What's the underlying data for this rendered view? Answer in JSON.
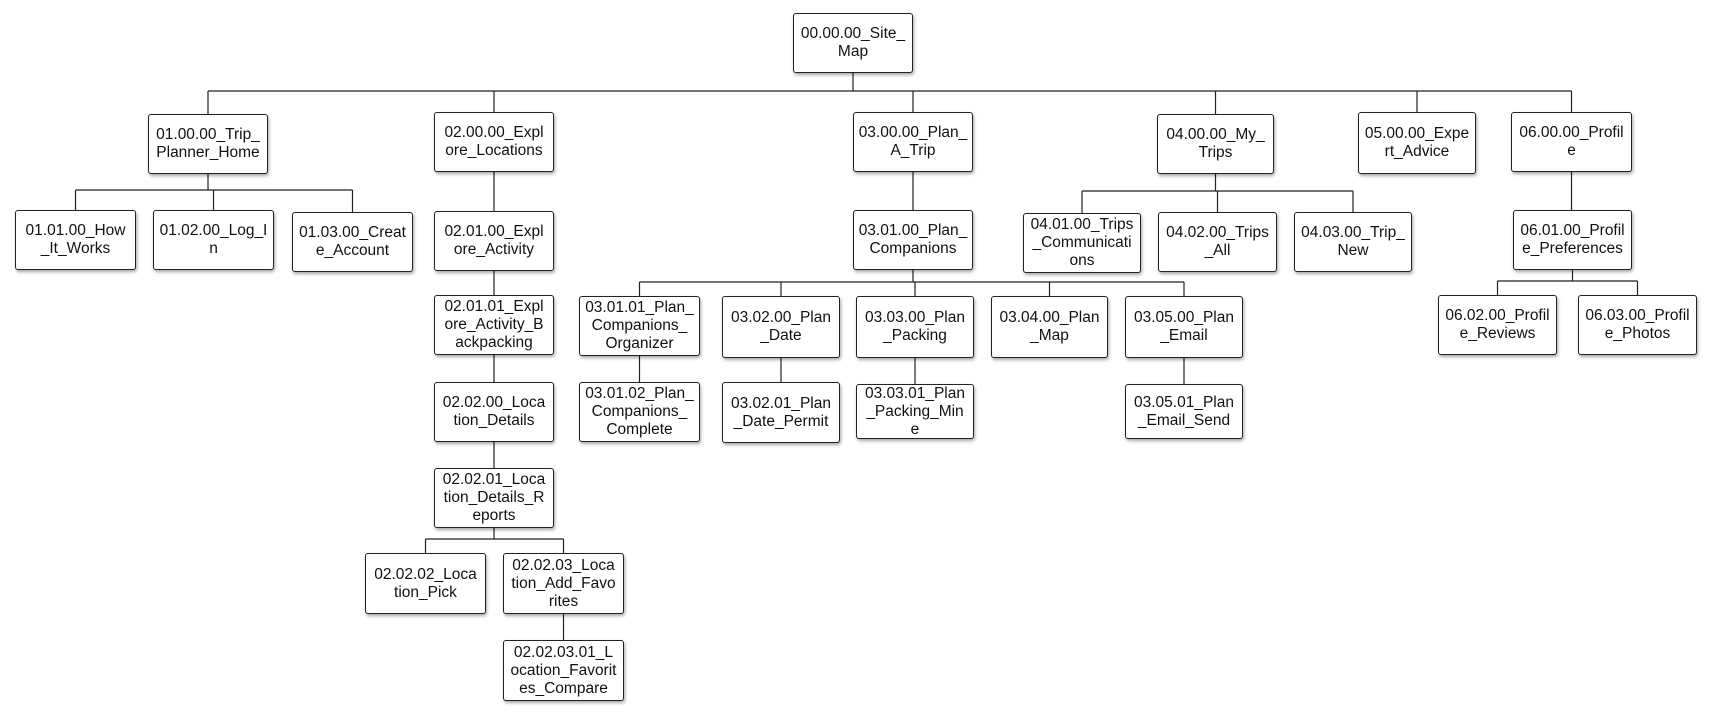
{
  "nodes": [
    {
      "id": "root",
      "label": "00.00.00_Site_\nMap"
    },
    {
      "id": "n0100",
      "label": "01.00.00_Trip_\nPlanner_Home"
    },
    {
      "id": "n0200",
      "label": "02.00.00_Expl\nore_Locations"
    },
    {
      "id": "n0300",
      "label": "03.00.00_Plan_\nA_Trip"
    },
    {
      "id": "n0400",
      "label": "04.00.00_My_\nTrips"
    },
    {
      "id": "n0500",
      "label": "05.00.00_Expe\nrt_Advice"
    },
    {
      "id": "n0600",
      "label": "06.00.00_Profil\ne"
    },
    {
      "id": "n0101",
      "label": "01.01.00_How\n_It_Works"
    },
    {
      "id": "n0102",
      "label": "01.02.00_Log_I\nn"
    },
    {
      "id": "n0103",
      "label": "01.03.00_Creat\ne_Account"
    },
    {
      "id": "n020100",
      "label": "02.01.00_Expl\nore_Activity"
    },
    {
      "id": "n020101",
      "label": "02.01.01_Expl\nore_Activity_B\nackpacking"
    },
    {
      "id": "n020200",
      "label": "02.02.00_Loca\ntion_Details"
    },
    {
      "id": "n020201",
      "label": "02.02.01_Loca\ntion_Details_R\neports"
    },
    {
      "id": "n020202",
      "label": "02.02.02_Loca\ntion_Pick"
    },
    {
      "id": "n020203",
      "label": "02.02.03_Loca\ntion_Add_Favo\nrites"
    },
    {
      "id": "n02020301",
      "label": "02.02.03.01_L\nocation_Favorit\nes_Compare"
    },
    {
      "id": "n030100",
      "label": "03.01.00_Plan_\nCompanions"
    },
    {
      "id": "n030101",
      "label": "03.01.01_Plan_\nCompanions_\nOrganizer"
    },
    {
      "id": "n030102",
      "label": "03.01.02_Plan_\nCompanions_\nComplete"
    },
    {
      "id": "n030200",
      "label": "03.02.00_Plan\n_Date"
    },
    {
      "id": "n030201",
      "label": "03.02.01_Plan\n_Date_Permit"
    },
    {
      "id": "n030300",
      "label": "03.03.00_Plan\n_Packing"
    },
    {
      "id": "n030301",
      "label": "03.03.01_Plan\n_Packing_Min\ne"
    },
    {
      "id": "n030400",
      "label": "03.04.00_Plan\n_Map"
    },
    {
      "id": "n030500",
      "label": "03.05.00_Plan\n_Email"
    },
    {
      "id": "n030501",
      "label": "03.05.01_Plan\n_Email_Send"
    },
    {
      "id": "n040100",
      "label": "04.01.00_Trips\n_Communicati\nons"
    },
    {
      "id": "n040200",
      "label": "04.02.00_Trips\n_All"
    },
    {
      "id": "n040300",
      "label": "04.03.00_Trip_\nNew"
    },
    {
      "id": "n060100",
      "label": "06.01.00_Profil\ne_Preferences"
    },
    {
      "id": "n060200",
      "label": "06.02.00_Profil\ne_Reviews"
    },
    {
      "id": "n060300",
      "label": "06.03.00_Profil\ne_Photos"
    }
  ],
  "edges": [
    [
      "root",
      "n0100"
    ],
    [
      "root",
      "n0200"
    ],
    [
      "root",
      "n0300"
    ],
    [
      "root",
      "n0400"
    ],
    [
      "root",
      "n0500"
    ],
    [
      "root",
      "n0600"
    ],
    [
      "n0100",
      "n0101"
    ],
    [
      "n0100",
      "n0102"
    ],
    [
      "n0100",
      "n0103"
    ],
    [
      "n0200",
      "n020100"
    ],
    [
      "n020100",
      "n020101"
    ],
    [
      "n020101",
      "n020200"
    ],
    [
      "n020200",
      "n020201"
    ],
    [
      "n020201",
      "n020202"
    ],
    [
      "n020201",
      "n020203"
    ],
    [
      "n020203",
      "n02020301"
    ],
    [
      "n0300",
      "n030100"
    ],
    [
      "n030100",
      "n030101"
    ],
    [
      "n030100",
      "n030200"
    ],
    [
      "n030100",
      "n030300"
    ],
    [
      "n030100",
      "n030400"
    ],
    [
      "n030100",
      "n030500"
    ],
    [
      "n030101",
      "n030102"
    ],
    [
      "n030200",
      "n030201"
    ],
    [
      "n030300",
      "n030301"
    ],
    [
      "n030500",
      "n030501"
    ],
    [
      "n0400",
      "n040100"
    ],
    [
      "n0400",
      "n040200"
    ],
    [
      "n0400",
      "n040300"
    ],
    [
      "n0600",
      "n060100"
    ],
    [
      "n060100",
      "n060200"
    ],
    [
      "n060100",
      "n060300"
    ]
  ]
}
